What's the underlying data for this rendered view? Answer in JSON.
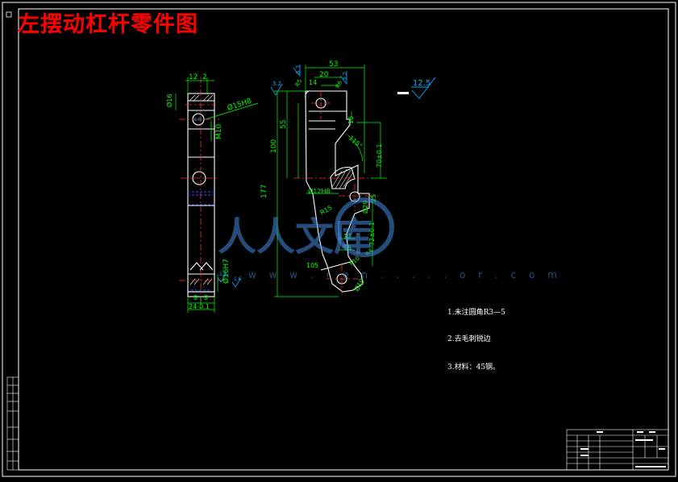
{
  "title": "左摆动杠杆零件图",
  "notes": [
    "1.未注圆角R3—5",
    "2.去毛刺锐边",
    "3.材料：45钢。"
  ],
  "watermark": {
    "text": "人人文库",
    "url": "w w w . r e n . . . . . o r . c o m"
  },
  "dimensions": {
    "d53": "53",
    "d20": "20",
    "d14": "14",
    "d15": "15",
    "d12": "12",
    "d2": "2",
    "d55": "55",
    "d100": "100",
    "d177": "177",
    "m10": "M10",
    "phi15": "Ø15H8",
    "phi12": "Ø12H8",
    "phi16": "Ø16",
    "phi10": "Ø10",
    "d19": "19",
    "r5": "R5",
    "r6": "R6",
    "r10": "R10",
    "r2": "R2",
    "r4": "R4",
    "r15": "R15",
    "a115": "115°",
    "d24": "24-0.1",
    "d8a": "8",
    "d8b": "8",
    "d16h7": "Ø16H7",
    "d70": "70±0.1",
    "d72": "72±0.1",
    "d25": "25",
    "d29": "Ø29",
    "r12_5": "12.5",
    "ra32": "3.2",
    "ra63": "6.3",
    "ra16a": "1.6",
    "ra16b": "1.6",
    "d105": "105"
  },
  "colors": {
    "frame": "#ffffff",
    "title": "#ff0000",
    "dim": "#00ff00",
    "center": "#ff0000",
    "hidden": "#0040ff",
    "symbol": "#00aaff"
  }
}
